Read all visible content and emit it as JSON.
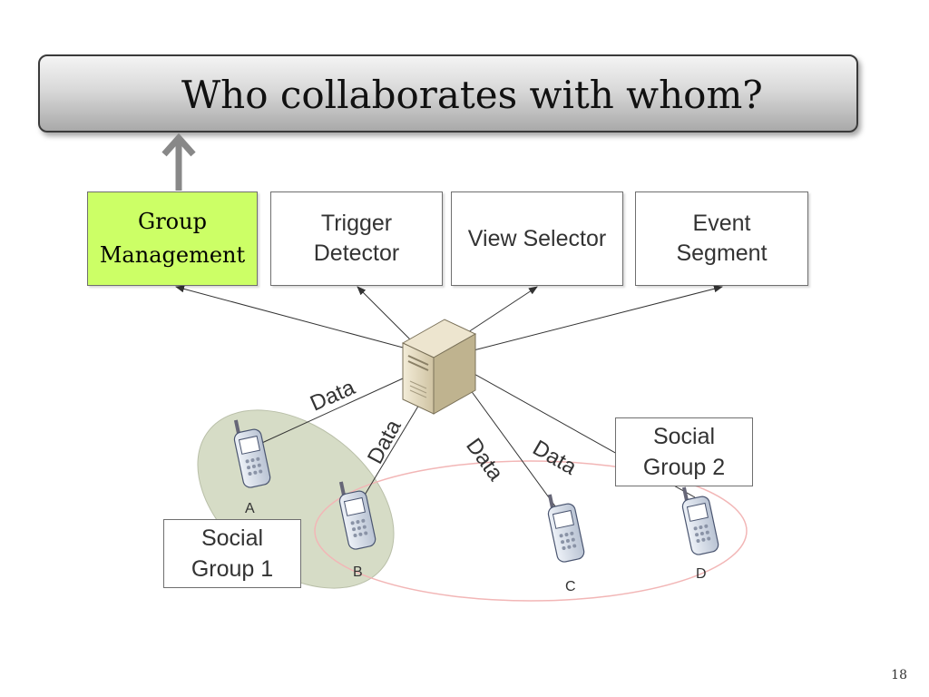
{
  "title": "Who collaborates with whom?",
  "modules": [
    {
      "id": "group",
      "label": "Group\nManagement",
      "highlight": true
    },
    {
      "id": "trigger",
      "label": "Trigger\nDetector",
      "highlight": false
    },
    {
      "id": "view",
      "label": "View Selector",
      "highlight": false
    },
    {
      "id": "event",
      "label": "Event\nSegment",
      "highlight": false
    }
  ],
  "data_label": "Data",
  "phones": [
    "A",
    "B",
    "C",
    "D"
  ],
  "groups": {
    "group1": "Social\nGroup 1",
    "group2": "Social\nGroup 2"
  },
  "page_number": "18",
  "colors": {
    "highlight": "#ccff66",
    "arrow_up": "#888888",
    "ellipse_fill": "#d6dcc6",
    "ellipse_ring": "#f2b6b6"
  }
}
